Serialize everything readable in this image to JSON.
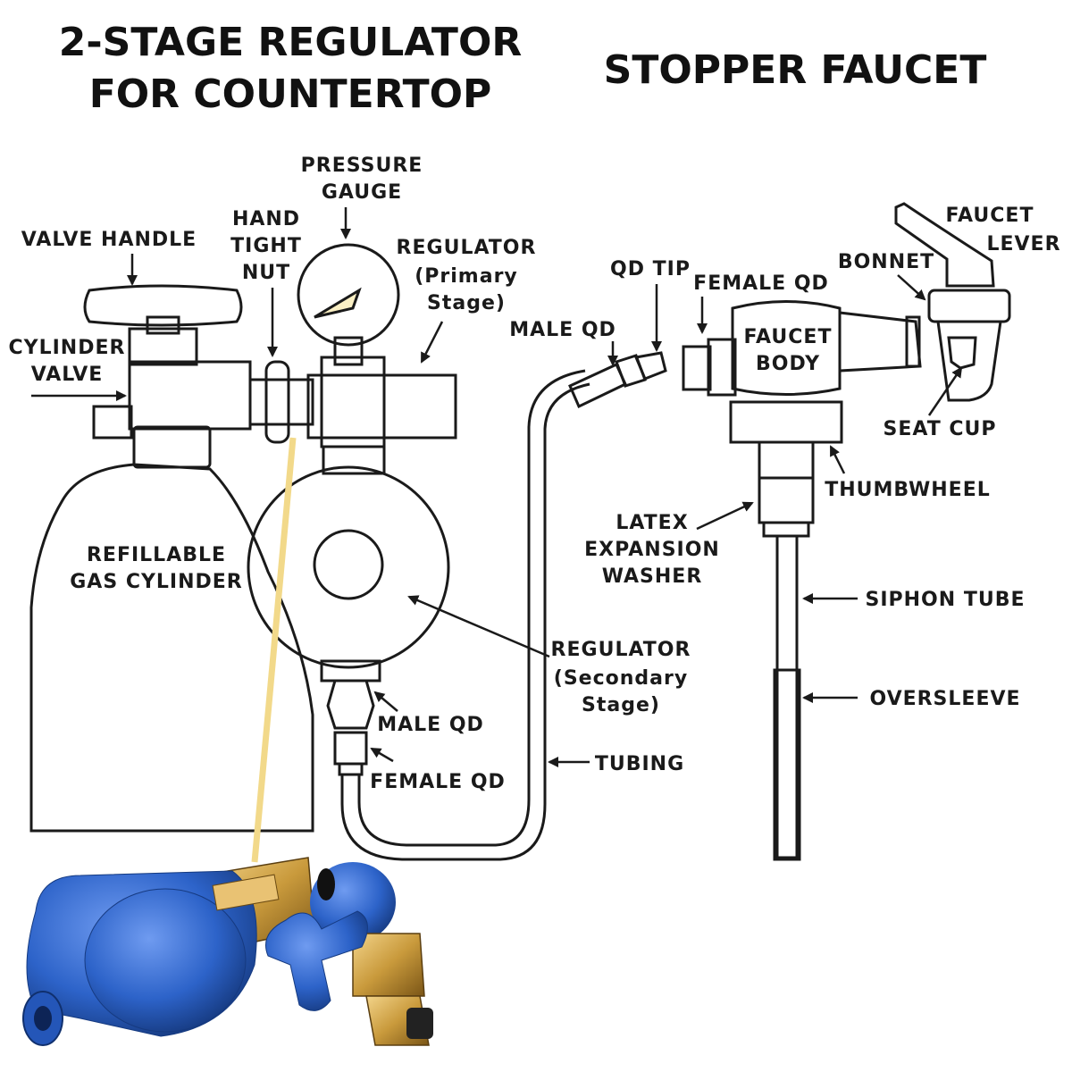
{
  "titles": {
    "left_line1": "2-STAGE REGULATOR",
    "left_line2": "FOR COUNTERTOP",
    "right": "STOPPER FAUCET"
  },
  "labels": {
    "valve_handle": "VALVE HANDLE",
    "cylinder_valve_1": "CYLINDER",
    "cylinder_valve_2": "VALVE",
    "hand_tight_nut_1": "HAND",
    "hand_tight_nut_2": "TIGHT",
    "hand_tight_nut_3": "NUT",
    "pressure_gauge_1": "PRESSURE",
    "pressure_gauge_2": "GAUGE",
    "regulator_primary_1": "REGULATOR",
    "regulator_primary_2": "(Primary",
    "regulator_primary_3": "Stage)",
    "refillable_cylinder_1": "REFILLABLE",
    "refillable_cylinder_2": "GAS CYLINDER",
    "regulator_secondary_1": "REGULATOR",
    "regulator_secondary_2": "(Secondary",
    "regulator_secondary_3": "Stage)",
    "male_qd_lower": "MALE QD",
    "female_qd_lower": "FEMALE QD",
    "tubing": "TUBING",
    "male_qd_upper": "MALE QD",
    "qd_tip": "QD TIP",
    "female_qd_upper": "FEMALE QD",
    "faucet_body_1": "FAUCET",
    "faucet_body_2": "BODY",
    "bonnet": "BONNET",
    "faucet_lever_1": "FAUCET",
    "faucet_lever_2": "LEVER",
    "seat_cup": "SEAT CUP",
    "thumbwheel": "THUMBWHEEL",
    "latex_washer_1": "LATEX",
    "latex_washer_2": "EXPANSION",
    "latex_washer_3": "WASHER",
    "siphon_tube": "SIPHON TUBE",
    "oversleeve": "OVERSLEEVE"
  },
  "colors": {
    "regulator_fill": "#fbf0c4",
    "photo_blue": "#2d63c9",
    "photo_brass": "#c99a3c",
    "callout_line": "#f2d98a"
  }
}
